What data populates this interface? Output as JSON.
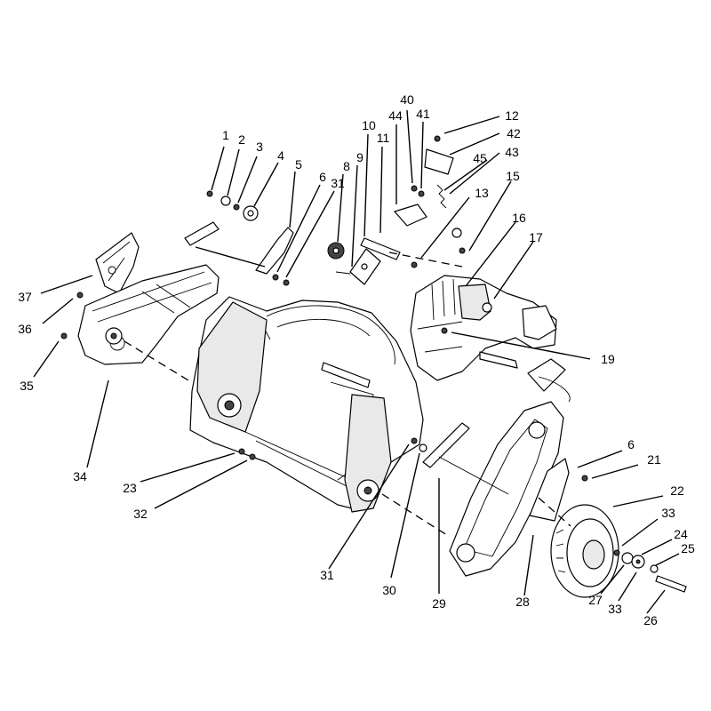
{
  "callouts": [
    {
      "id": "c1",
      "label": "1"
    },
    {
      "id": "c2",
      "label": "2"
    },
    {
      "id": "c3",
      "label": "3"
    },
    {
      "id": "c4",
      "label": "4"
    },
    {
      "id": "c5",
      "label": "5"
    },
    {
      "id": "c6a",
      "label": "6"
    },
    {
      "id": "c31a",
      "label": "31"
    },
    {
      "id": "c8",
      "label": "8"
    },
    {
      "id": "c9",
      "label": "9"
    },
    {
      "id": "c10",
      "label": "10"
    },
    {
      "id": "c11",
      "label": "11"
    },
    {
      "id": "c44",
      "label": "44"
    },
    {
      "id": "c40",
      "label": "40"
    },
    {
      "id": "c41",
      "label": "41"
    },
    {
      "id": "c12",
      "label": "12"
    },
    {
      "id": "c42",
      "label": "42"
    },
    {
      "id": "c45",
      "label": "45"
    },
    {
      "id": "c43",
      "label": "43"
    },
    {
      "id": "c13",
      "label": "13"
    },
    {
      "id": "c15",
      "label": "15"
    },
    {
      "id": "c16",
      "label": "16"
    },
    {
      "id": "c17",
      "label": "17"
    },
    {
      "id": "c19",
      "label": "19"
    },
    {
      "id": "c37",
      "label": "37"
    },
    {
      "id": "c36",
      "label": "36"
    },
    {
      "id": "c35",
      "label": "35"
    },
    {
      "id": "c34",
      "label": "34"
    },
    {
      "id": "c23",
      "label": "23"
    },
    {
      "id": "c32",
      "label": "32"
    },
    {
      "id": "c31b",
      "label": "31"
    },
    {
      "id": "c30",
      "label": "30"
    },
    {
      "id": "c29",
      "label": "29"
    },
    {
      "id": "c28",
      "label": "28"
    },
    {
      "id": "c6b",
      "label": "6"
    },
    {
      "id": "c21",
      "label": "21"
    },
    {
      "id": "c22",
      "label": "22"
    },
    {
      "id": "c33a",
      "label": "33"
    },
    {
      "id": "c24",
      "label": "24"
    },
    {
      "id": "c25",
      "label": "25"
    },
    {
      "id": "c27",
      "label": "27"
    },
    {
      "id": "c33b",
      "label": "33"
    },
    {
      "id": "c26",
      "label": "26"
    }
  ]
}
